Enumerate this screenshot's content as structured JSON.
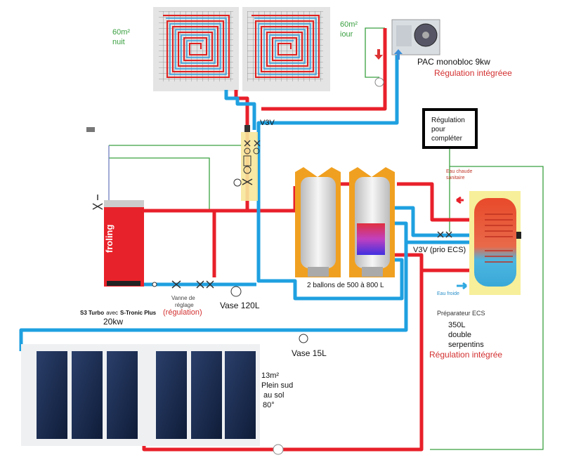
{
  "labels": {
    "zone_night_area": "60m²",
    "zone_night_name": "nuit",
    "zone_day_area": "60m²",
    "zone_day_name": "iour",
    "heat_pump": "PAC monobloc 9kw",
    "heat_pump_regulation": "Régulation intégréee",
    "v3v": "V3V",
    "regulation_box": [
      "Régulation",
      "pour",
      "compléter"
    ],
    "hot_water_out": [
      "Eau chaude",
      "sanitaire"
    ],
    "cold_water_in": "Eau froide",
    "v3v_ecs": "V3V (prio ECS)",
    "tanks": "2 ballons de 500 à 800 L",
    "boiler_brand": "froling",
    "boiler_model_a": "S3 Turbo",
    "boiler_model_b": "avec",
    "boiler_model_c": "S-Tronic Plus",
    "boiler_regulation": "(régulation)",
    "boiler_power": "20kw",
    "valve": [
      "Vanne de",
      "réglage"
    ],
    "vase_120": "Vase 120L",
    "vase_15": "Vase 15L",
    "ecs_title": "Préparateur ECS",
    "ecs_specs": [
      "350L",
      "double",
      "serpentins"
    ],
    "ecs_regulation": "Régulation intégrée",
    "solar": [
      "13m²",
      "Plein sud",
      " au sol",
      "80°"
    ]
  },
  "colors": {
    "hot_pipe": "#e8202a",
    "cold_pipe": "#1fa0e0",
    "control_wire": "#3aa040",
    "regulation_text": "#d32f2f",
    "zone_text": "#3aa040"
  }
}
